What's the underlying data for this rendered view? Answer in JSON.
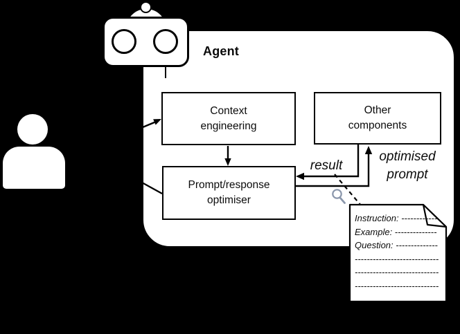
{
  "agent": {
    "label": "Agent"
  },
  "boxes": {
    "context": {
      "line1": "Context",
      "line2": "engineering"
    },
    "other": {
      "line1": "Other",
      "line2": "components"
    },
    "optimiser": {
      "line1": "Prompt/response",
      "line2": "optimiser"
    }
  },
  "edges": {
    "result": "result",
    "optimised_line1": "optimised",
    "optimised_line2": "prompt"
  },
  "note": {
    "lines": [
      "Instruction: ------------",
      "Example: --------------",
      "Question: --------------",
      "----------------------------",
      "----------------------------",
      "----------------------------"
    ]
  },
  "icons": {
    "robot": "robot-icon",
    "person": "person-icon",
    "magnifier": "magnifier-icon",
    "note_fold": "folded-corner-icon"
  },
  "colors": {
    "background": "#000000",
    "surface": "#ffffff",
    "stroke": "#000000",
    "magnifier_accent": "#8A96AB"
  }
}
